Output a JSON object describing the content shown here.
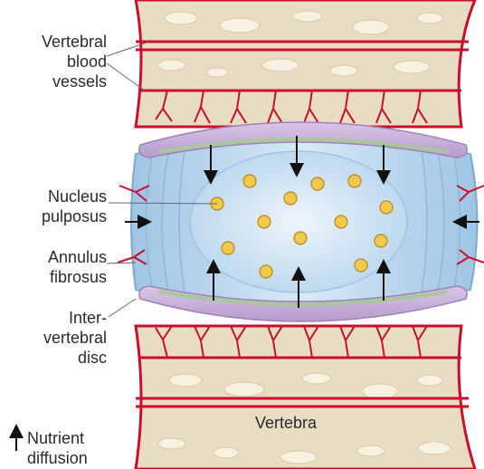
{
  "labels": {
    "vertebral_blood_vessels": [
      "Vertebral",
      "blood",
      "vessels"
    ],
    "nucleus_pulposus": [
      "Nucleus",
      "pulposus"
    ],
    "annulus_fibrosus": [
      "Annulus",
      "fibrosus"
    ],
    "intervertebral_disc": [
      "Inter-",
      "vertebral",
      "disc"
    ],
    "vertebra": "Vertebra",
    "legend_nutrient": [
      "Nutrient",
      "diffusion"
    ]
  },
  "colors": {
    "bone": "#e8dcc2",
    "bone_pore": "#f7f1e1",
    "vessel": "#c8102e",
    "annulus": "#bcd7ec",
    "nucleus": "#d7e8f6",
    "endplate": "#c9b3d9",
    "cartilage_line": "#a8c79a",
    "cell": "#f2c94c",
    "arrow": "#111111"
  }
}
